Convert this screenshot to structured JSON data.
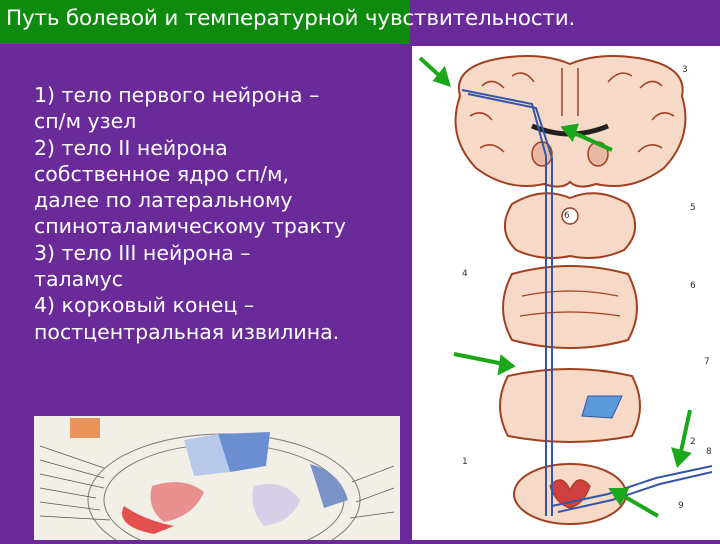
{
  "slide": {
    "title": "Путь болевой и температурной чувствительности.",
    "lines": [
      "1) тело первого нейрона –",
      "сп/м узел",
      "2) тело II нейрона",
      "собственное ядро сп/м,",
      "далее по латеральному",
      "спиноталамическому тракту",
      "3) тело III нейрона –",
      "таламус",
      "4) корковый конец –",
      "постцентральная извилина."
    ]
  },
  "diagram": {
    "figure_numbers": [
      "3",
      "5",
      "6",
      "7",
      "8",
      "9",
      "4",
      "1",
      "2"
    ],
    "structure_numbers": [
      "6"
    ]
  },
  "colors": {
    "background": "#6a2a9a",
    "title_bar": "#0e8a0e",
    "text": "#ffffff",
    "arrow": "#1aa81a",
    "tissue_outline": "#a04020",
    "tissue_fill": "#f6d9c6",
    "pathway_blue": "#3556a8",
    "nucleus_blue": "#5a9ad8",
    "nucleus_red": "#d04040"
  },
  "icons": [
    "arrow-icon"
  ]
}
